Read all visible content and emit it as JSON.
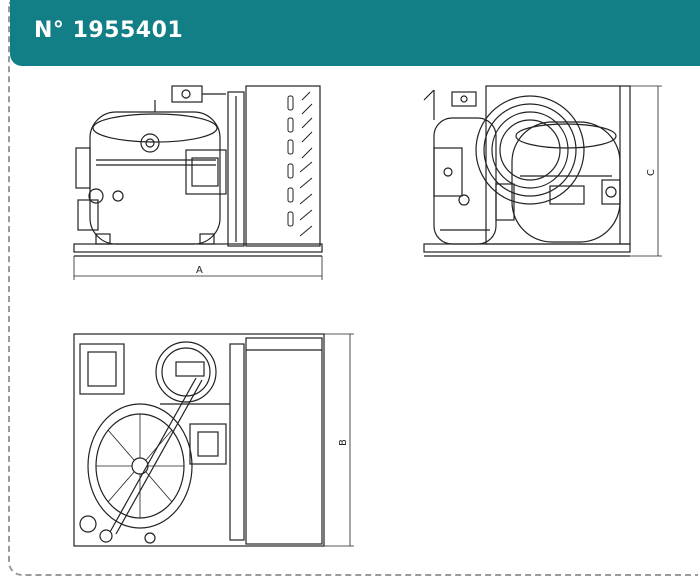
{
  "header": {
    "title": "N° 1955401",
    "bg_color": "#127f86"
  },
  "views": {
    "front": {
      "dim_label": "A"
    },
    "side": {
      "dim_label": "C"
    },
    "top": {
      "dim_label": "B"
    }
  }
}
